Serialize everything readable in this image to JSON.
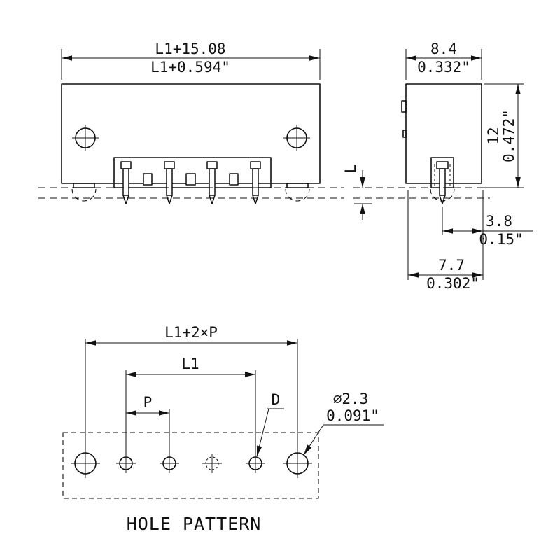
{
  "drawing": {
    "line_color": "#111111",
    "background": "#ffffff"
  },
  "front_view": {
    "dim_width_mm": "L1+15.08",
    "dim_width_in": "L1+0.594\""
  },
  "side_view": {
    "dim_depth_mm": "8.4",
    "dim_depth_in": "0.332\"",
    "dim_height_mm": "12",
    "dim_height_in": "0.472\"",
    "dim_pin_length": "L",
    "dim_pin_to_edge_mm": "3.8",
    "dim_pin_to_edge_in": "0.15\"",
    "dim_pin_row_mm": "7.7",
    "dim_pin_row_in": "0.302\""
  },
  "hole_pattern": {
    "dim_total_span": "L1+2×P",
    "dim_inner_span": "L1",
    "dim_pitch": "P",
    "hole_label": "D",
    "dim_end_hole_dia_mm": "⌀2.3",
    "dim_end_hole_dia_in": "0.091\"",
    "caption": "HOLE PATTERN"
  }
}
